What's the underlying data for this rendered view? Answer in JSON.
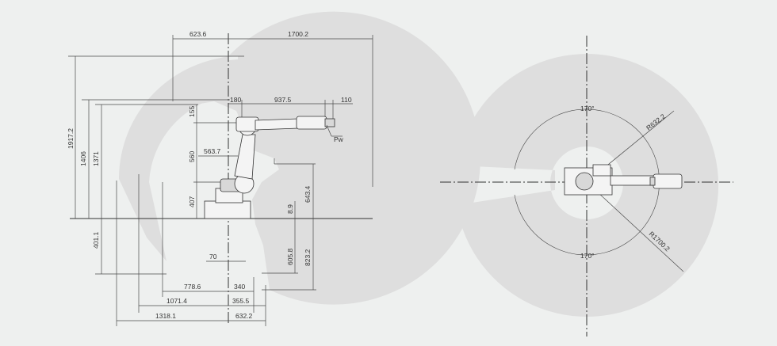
{
  "side_view": {
    "dims": {
      "top_left": "623.6",
      "top_right": "1700.2",
      "arm_root": "180",
      "arm_length": "937.5",
      "arm_tip": "110",
      "h_155": "155",
      "h_560": "560",
      "h_407": "407",
      "reach_5637": "563.7",
      "height_19172": "1917.2",
      "height_1406": "1406",
      "height_1371": "1371",
      "below_4011": "401.1",
      "v_89": "8.9",
      "v_6434": "643.4",
      "v_6058": "605.8",
      "v_8232": "823.2",
      "h_70": "70",
      "b_7786": "778.6",
      "b_340": "340",
      "b_10714": "1071.4",
      "b_3555": "355.5",
      "b_13181": "1318.1",
      "b_6322": "632.2"
    },
    "pw_label": "Pw"
  },
  "top_view": {
    "angle_top": "170°",
    "angle_bottom": "170°",
    "radius_inner": "R632.2",
    "radius_outer": "R1700.2"
  },
  "colors": {
    "background": "#eef0ef",
    "workspace_fill": "#dedede",
    "line": "#4a4a4a"
  }
}
